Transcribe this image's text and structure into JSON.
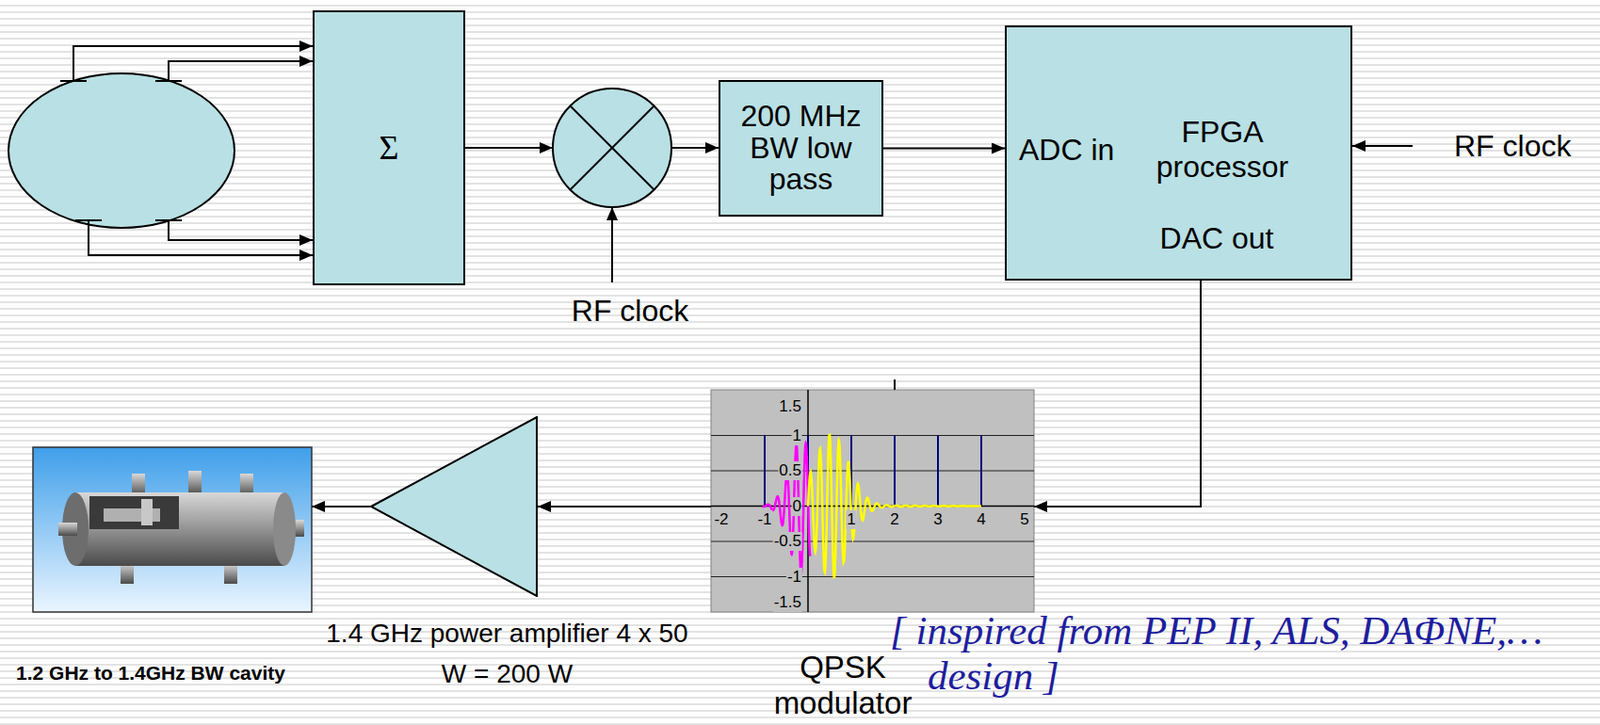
{
  "diagram": {
    "nodes": [
      {
        "text": [
          "Σ"
        ]
      },
      {
        "text": [
          "200 MHz BW low pass"
        ]
      },
      {
        "text": [
          "ADC in",
          "FPGA processor",
          "DAC out"
        ]
      },
      {
        "text": [
          "QPSK modulator"
        ]
      },
      {
        "text": [
          "1.4 GHz power amplifier 4 x 50 W = 200 W"
        ]
      },
      {
        "text": [
          "1.2 GHz to 1.4GHz BW cavity"
        ]
      }
    ],
    "edges": [
      {
        "from": 1,
        "to": 2,
        "arrow": "to"
      },
      {
        "from": 2,
        "to": 3,
        "arrow": "to"
      },
      {
        "from": 3,
        "to": 4,
        "arrow": "to"
      },
      {
        "from": 4,
        "to": 5,
        "arrow": "to"
      }
    ],
    "labels": [
      "RF clock",
      "RF clock",
      "1.5",
      "1",
      "0.5",
      "0",
      "-0.5",
      "-1",
      "-1.5",
      "-2",
      "-1",
      "1",
      "2",
      "3",
      "4",
      "5",
      "[ inspired from PEP II, ALS, DAΦNE,…design ]"
    ]
  }
}
